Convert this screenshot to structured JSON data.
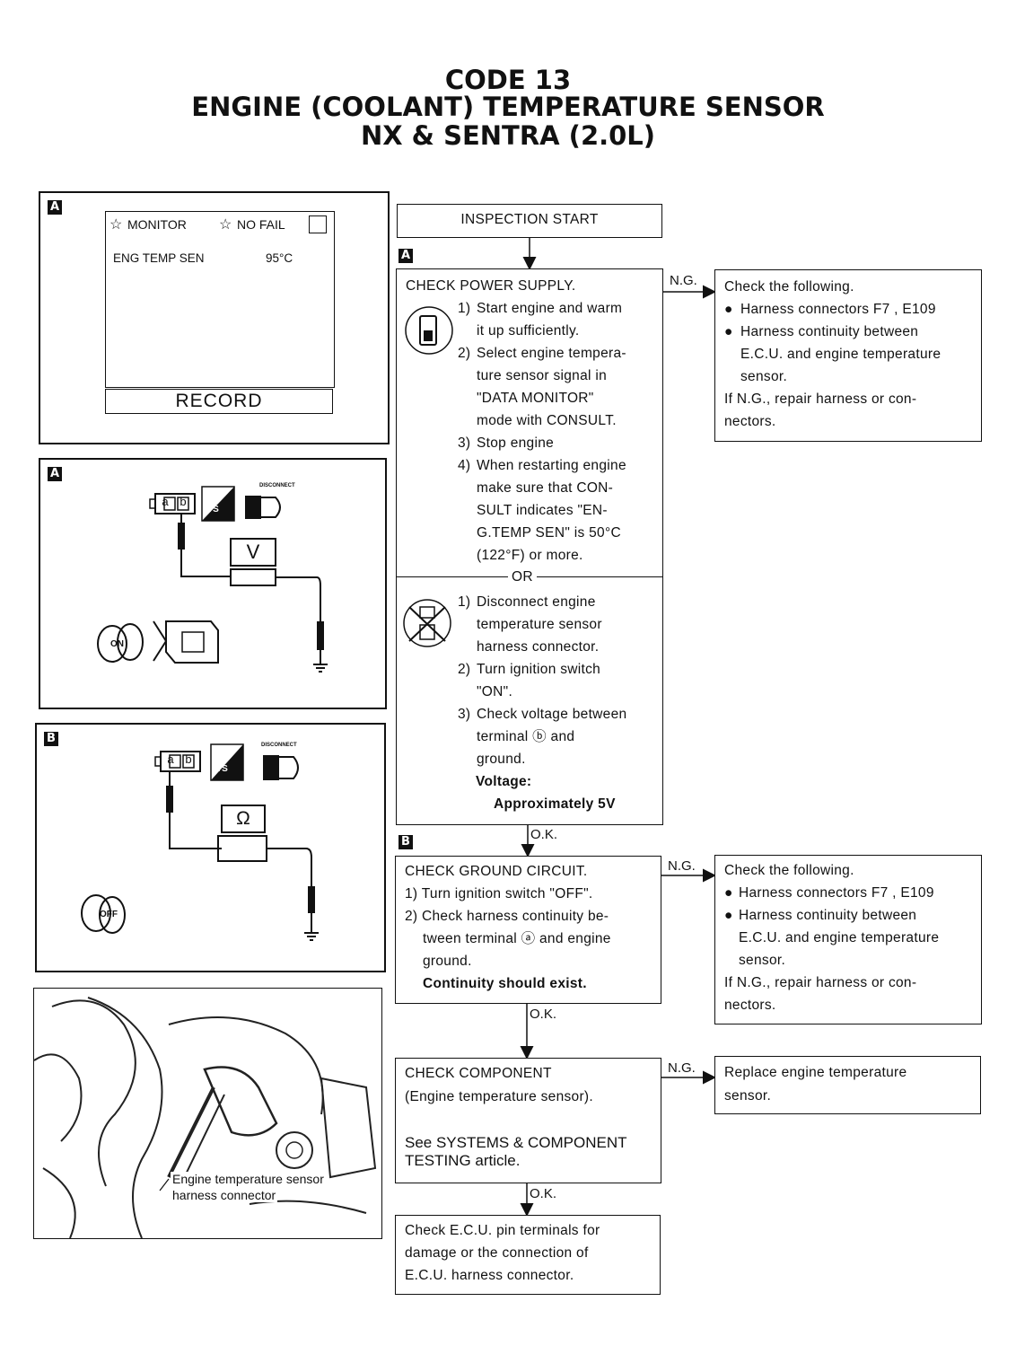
{
  "header": {
    "line1": "CODE 13",
    "line2": "ENGINE (COOLANT) TEMPERATURE SENSOR",
    "line3": "NX & SENTRA (2.0L)"
  },
  "panels": {
    "a_tag": "A",
    "b_tag": "B",
    "monitor": {
      "monitor_label": "MONITOR",
      "nofail_label": "NO FAIL",
      "sensor_label": "ENG TEMP SEN",
      "sensor_value": "95°C",
      "record_button": "RECORD"
    },
    "voltage_diagram": {
      "terminal_a": "a",
      "terminal_b": "b",
      "meter": "V",
      "ts_label": "TS",
      "disconnect": "DISCONNECT",
      "switch_label": "ON"
    },
    "ohm_diagram": {
      "terminal_a": "a",
      "terminal_b": "b",
      "meter": "Ω",
      "ts_label": "TS",
      "disconnect": "DISCONNECT",
      "switch_label": "OFF"
    },
    "photo_caption": [
      "Engine temperature sensor",
      "harness connector"
    ]
  },
  "flow": {
    "start": "INSPECTION START",
    "step_a_tag": "A",
    "step_b_tag": "B",
    "power": {
      "title": "CHECK POWER SUPPLY.",
      "lines": [
        {
          "n": "1)",
          "t": "Start engine and warm"
        },
        {
          "n": "",
          "t": "it up sufficiently."
        },
        {
          "n": "2)",
          "t": "Select engine tempera-"
        },
        {
          "n": "",
          "t": "ture sensor signal in"
        },
        {
          "n": "",
          "t": "\"DATA MONITOR\""
        },
        {
          "n": "",
          "t": "mode with CONSULT."
        },
        {
          "n": "3)",
          "t": "Stop engine"
        },
        {
          "n": "4)",
          "t": "When restarting engine"
        },
        {
          "n": "",
          "t": "make sure that CON-"
        },
        {
          "n": "",
          "t": "SULT indicates \"EN-"
        },
        {
          "n": "",
          "t": "G.TEMP SEN\" is 50°C"
        },
        {
          "n": "",
          "t": "(122°F) or more."
        }
      ],
      "or": "OR",
      "alt_lines": [
        {
          "n": "1)",
          "t": "Disconnect engine"
        },
        {
          "n": "",
          "t": "temperature sensor"
        },
        {
          "n": "",
          "t": "harness connector."
        },
        {
          "n": "2)",
          "t": "Turn ignition switch"
        },
        {
          "n": "",
          "t": "\"ON\"."
        },
        {
          "n": "3)",
          "t": "Check voltage between"
        },
        {
          "n": "",
          "t": "terminal ⓑ and"
        },
        {
          "n": "",
          "t": "ground."
        }
      ],
      "voltage_label": "Voltage:",
      "voltage_value": "Approximately 5V"
    },
    "ng1": {
      "arrow": "N.G.",
      "title": "Check the following.",
      "b1": "Harness connectors F7 , E109",
      "b2a": "Harness continuity between",
      "b2b": "E.C.U. and engine temperature",
      "b2c": "sensor.",
      "r1": "If N.G., repair harness or con-",
      "r2": "nectors."
    },
    "ok1": "O.K.",
    "ground": {
      "title": "CHECK GROUND CIRCUIT.",
      "l1": "1) Turn ignition switch \"OFF\".",
      "l2": "2) Check harness continuity be-",
      "l3": "tween terminal ⓐ and engine",
      "l4": "ground.",
      "l5": "Continuity should exist."
    },
    "ng2": {
      "arrow": "N.G.",
      "title": "Check the following.",
      "b1": "Harness connectors F7 , E109",
      "b2a": "Harness continuity between",
      "b2b": "E.C.U. and engine temperature",
      "b2c": "sensor.",
      "r1": "If N.G., repair harness or con-",
      "r2": "nectors."
    },
    "ok2": "O.K.",
    "component": {
      "title": "CHECK COMPONENT",
      "l1": "(Engine temperature sensor).",
      "l2": "See SYSTEMS & COMPONENT",
      "l3": "TESTING article."
    },
    "ng3": {
      "arrow": "N.G.",
      "l1": "Replace engine temperature",
      "l2": "sensor."
    },
    "ok3": "O.K.",
    "final": {
      "l1": "Check E.C.U. pin terminals for",
      "l2": "damage or the connection of",
      "l3": "E.C.U. harness connector."
    }
  }
}
